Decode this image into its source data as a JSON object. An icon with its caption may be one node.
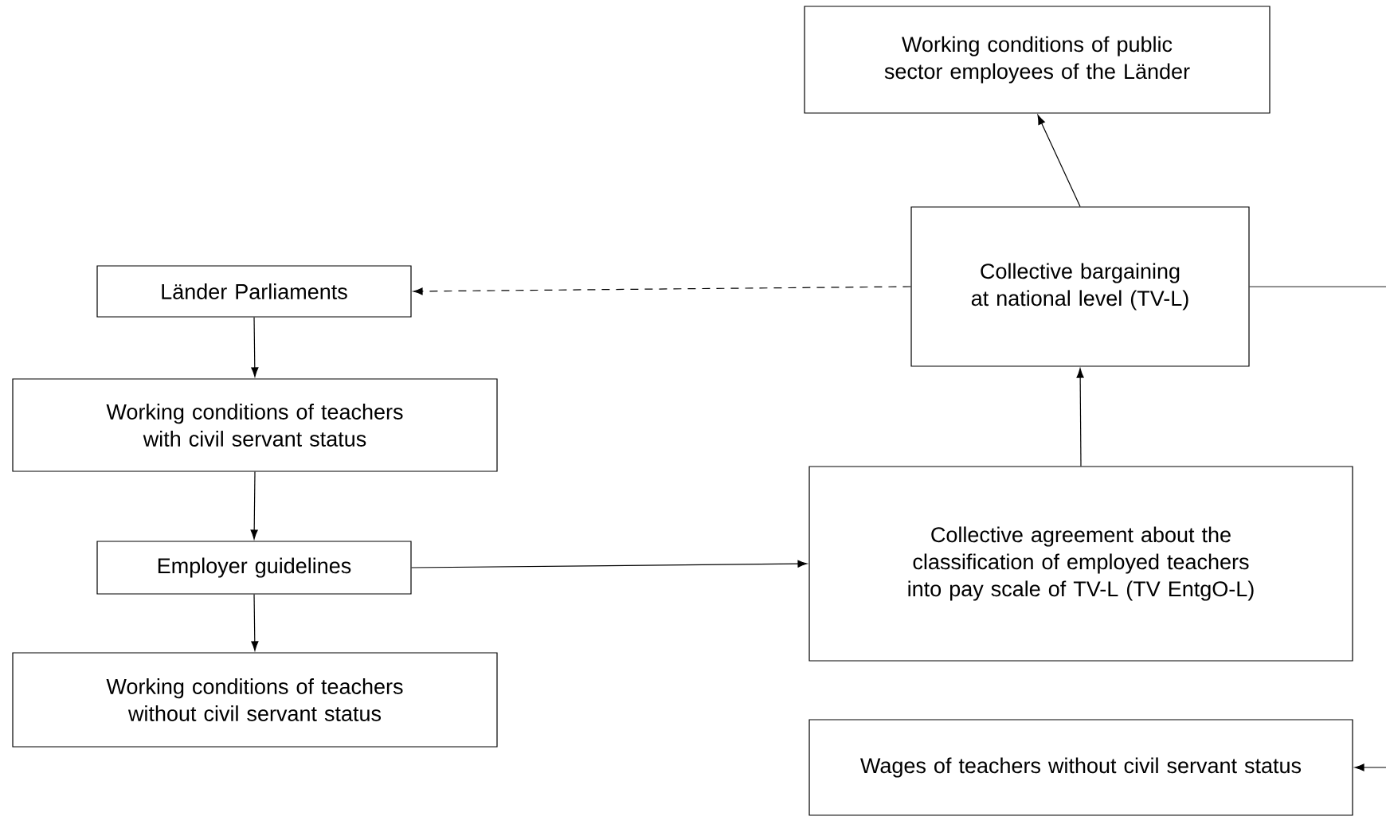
{
  "diagram": {
    "nodes": [
      {
        "text": [
          "Working conditions of public sector employees of the Länder"
        ]
      },
      {
        "text": [
          "Collective bargaining at national level (TV-L)"
        ]
      },
      {
        "text": [
          "Länder Parliaments"
        ]
      },
      {
        "text": [
          "Working conditions of teachers with civil servant status"
        ]
      },
      {
        "text": [
          "Employer guidelines"
        ]
      },
      {
        "text": [
          "Collective agreement about the classification of employed teachers into pay scale of TV-L (TV EntgO-L)"
        ]
      },
      {
        "text": [
          "Working conditions of teachers without civil servant status"
        ]
      },
      {
        "text": [
          "Wages of teachers without civil servant status"
        ]
      }
    ],
    "edges": [
      {
        "from": 1,
        "to": 0,
        "arrow": "to"
      },
      {
        "from": 1,
        "to": 2,
        "arrow": "to",
        "style": "dashed"
      },
      {
        "from": 2,
        "to": 3,
        "arrow": "to"
      },
      {
        "from": 3,
        "to": 4,
        "arrow": "to"
      },
      {
        "from": 4,
        "to": 5,
        "arrow": "to"
      },
      {
        "from": 4,
        "to": 6,
        "arrow": "to"
      },
      {
        "from": 5,
        "to": 1,
        "arrow": "to"
      },
      {
        "from": 1,
        "to": null,
        "arrow": "none"
      },
      {
        "from": null,
        "to": 7,
        "arrow": "to"
      }
    ]
  }
}
